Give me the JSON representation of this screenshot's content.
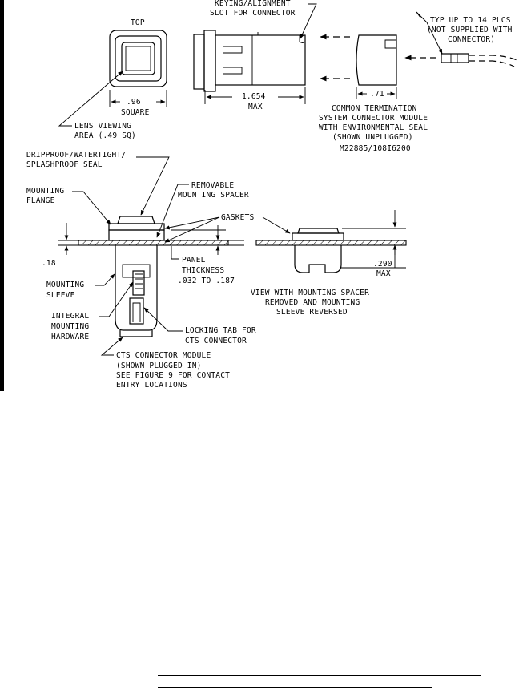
{
  "labels": {
    "top": "TOP",
    "keying_1": "KEYING/ALIGNMENT",
    "keying_2": "SLOT FOR CONNECTOR",
    "typ_1": "TYP UP TO 14 PLCS",
    "typ_2": "(NOT SUPPLIED WITH",
    "typ_3": "CONNECTOR)",
    "square_dim": ".96",
    "square_word": "SQUARE",
    "length_dim": "1.654",
    "length_max": "MAX",
    "conn_dim": ".71",
    "common_1": "COMMON TERMINATION",
    "common_2": "SYSTEM CONNECTOR MODULE",
    "common_3": "WITH ENVIRONMENTAL SEAL",
    "common_4": "(SHOWN UNPLUGGED)",
    "common_5": "M22885/108I6200",
    "lens_1": "LENS VIEWING",
    "lens_2": "AREA (.49 SQ)",
    "drip_1": "DRIPPROOF/WATERTIGHT/",
    "drip_2": "SPLASHPROOF SEAL",
    "flange_1": "MOUNTING",
    "flange_2": "FLANGE",
    "spacer_1": "REMOVABLE",
    "spacer_2": "MOUNTING SPACER",
    "gaskets": "GASKETS",
    "dim_18": ".18",
    "panel_1": "PANEL",
    "panel_2": "THICKNESS",
    "panel_3": ".032 TO .187",
    "sleeve_1": "MOUNTING",
    "sleeve_2": "SLEEVE",
    "integral_1": "INTEGRAL",
    "integral_2": "MOUNTING",
    "integral_3": "HARDWARE",
    "locking_1": "LOCKING TAB FOR",
    "locking_2": "CTS CONNECTOR",
    "cts_1": "CTS CONNECTOR MODULE",
    "cts_2": "(SHOWN PLUGGED IN)",
    "cts_3": "SEE FIGURE 9 FOR CONTACT",
    "cts_4": "ENTRY LOCATIONS",
    "dim_290": ".290",
    "dim_290_max": "MAX",
    "view_1": "VIEW WITH MOUNTING SPACER",
    "view_2": "REMOVED AND MOUNTING",
    "view_3": "SLEEVE REVERSED"
  }
}
